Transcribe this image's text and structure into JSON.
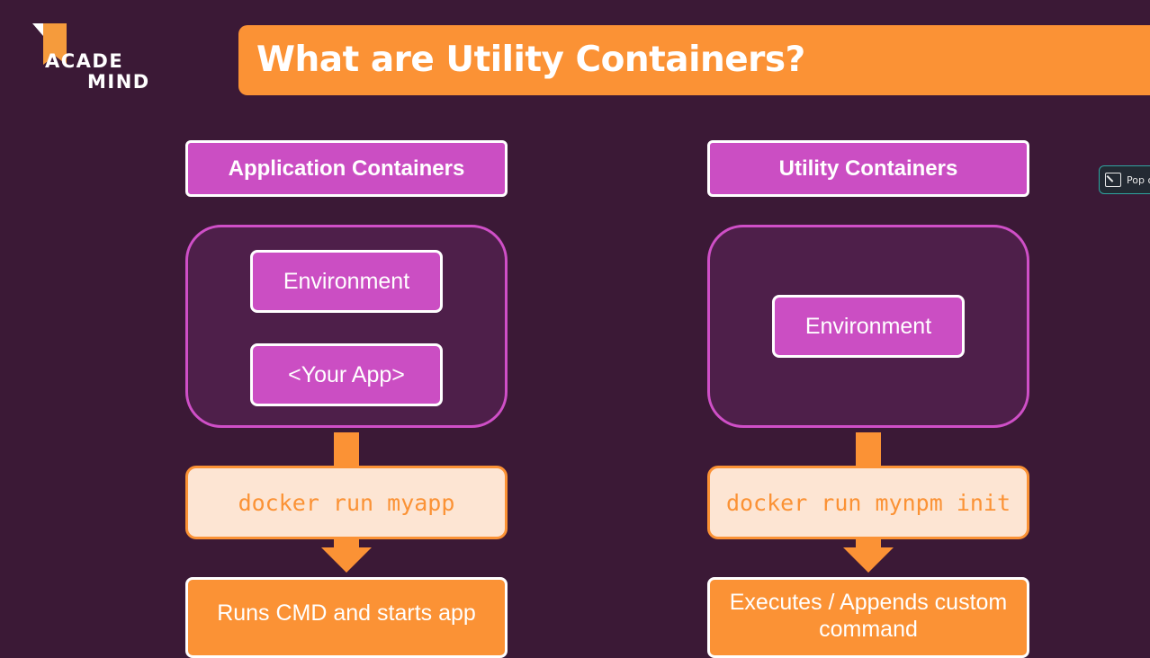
{
  "logo": {
    "line1": "ACADE",
    "line2": "MIND"
  },
  "title": "What are Utility Containers?",
  "left": {
    "header": "Application Containers",
    "env1": "Environment",
    "env2": "<Your App>",
    "command": "docker run myapp",
    "result": "Runs CMD and starts app"
  },
  "right": {
    "header": "Utility Containers",
    "env1": "Environment",
    "command": "docker run mynpm init",
    "result": "Executes / Appends custom command"
  },
  "popout": {
    "label": "Pop o"
  },
  "colors": {
    "background": "#3b1936",
    "orange": "#fb9235",
    "magenta": "#cb4ec3",
    "container_fill": "#4e1f4a",
    "command_fill": "#fde5d3"
  }
}
